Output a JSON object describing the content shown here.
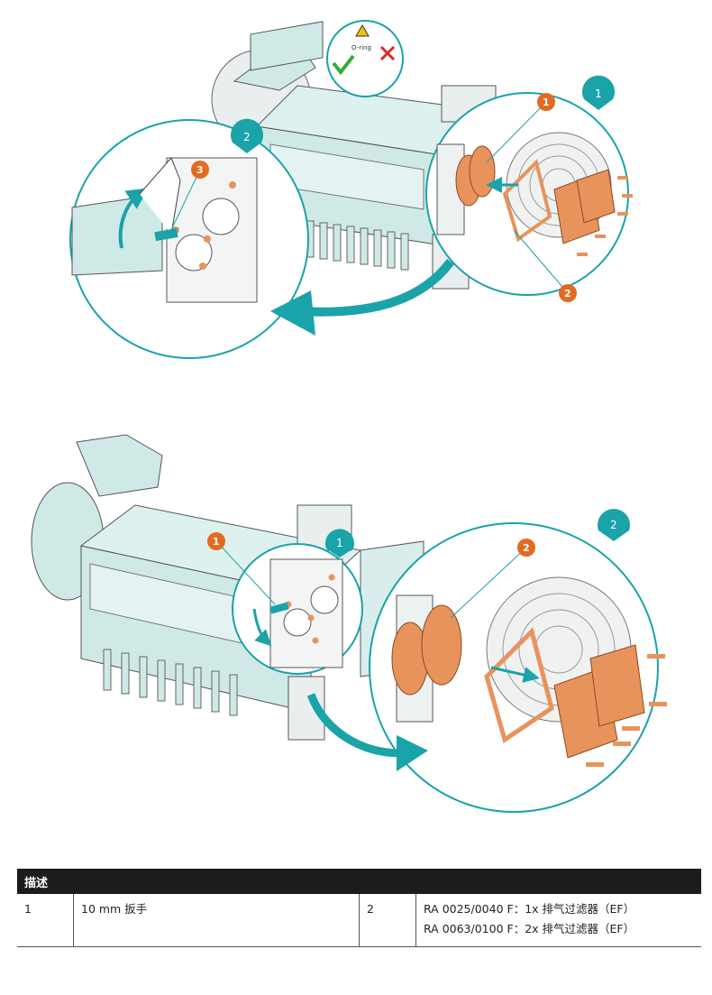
{
  "figure1": {
    "bubbles": [
      "1",
      "2"
    ],
    "callouts": [
      "1",
      "2",
      "3"
    ],
    "warning_label": "O-ring",
    "colors": {
      "teal": "#1aa3a8",
      "pump": "#cfe9e7",
      "part": "#e8935c",
      "callout": "#e46a1f"
    }
  },
  "figure2": {
    "bubbles": [
      "1",
      "2"
    ],
    "callouts": [
      "1",
      "2"
    ]
  },
  "legend": {
    "header": "描述",
    "rows": [
      {
        "num": "1",
        "desc": "10 mm 扳手",
        "num2": "2",
        "desc2_line1": "RA 0025/0040 F：1x 排气过滤器（EF）",
        "desc2_line2": "RA 0063/0100 F：2x 排气过滤器（EF）"
      }
    ]
  }
}
